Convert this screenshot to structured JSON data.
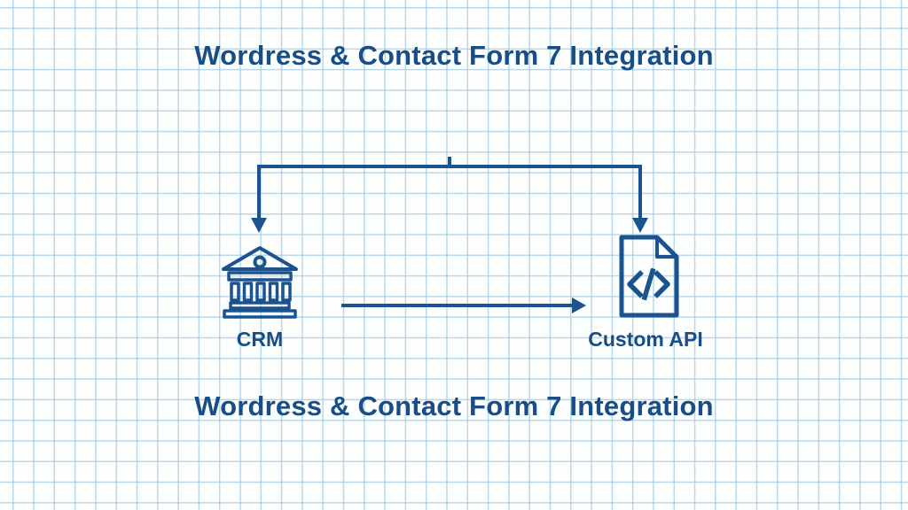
{
  "diagram": {
    "title_top": "Wordress & Contact Form 7 Integration",
    "title_bottom": "Wordress & Contact Form 7 Integration",
    "nodes": [
      {
        "id": "crm",
        "label": "CRM",
        "icon": "bank-icon"
      },
      {
        "id": "custom-api",
        "label": "Custom API",
        "icon": "code-file-icon"
      }
    ],
    "connectors": [
      {
        "from": "top-bracket-center",
        "to": "crm",
        "type": "arrow-down"
      },
      {
        "from": "top-bracket-center",
        "to": "custom-api",
        "type": "arrow-down"
      },
      {
        "from": "crm",
        "to": "custom-api",
        "type": "arrow-right"
      }
    ],
    "colors": {
      "ink": "#174e87",
      "grid_line": "#a9cbe2",
      "paper": "#fdfefe"
    }
  }
}
